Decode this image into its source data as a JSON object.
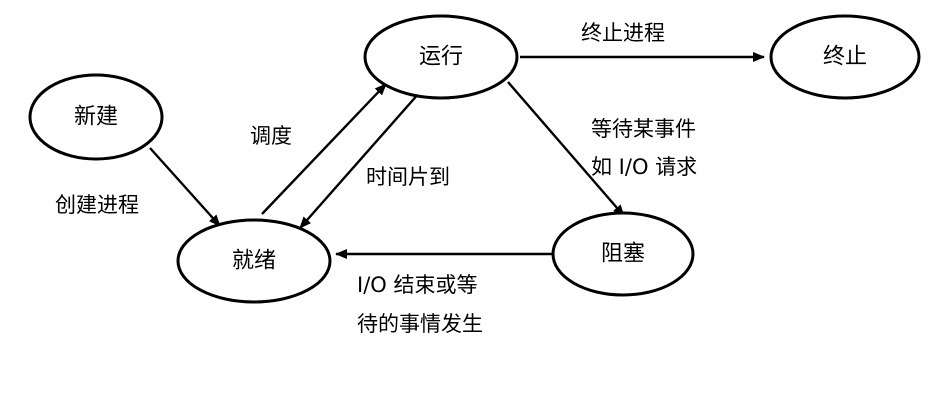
{
  "diagram": {
    "nodes": {
      "new": "新建",
      "ready": "就绪",
      "running": "运行",
      "blocked": "阻塞",
      "terminated": "终止"
    },
    "edges": {
      "create": "创建进程",
      "dispatch": "调度",
      "timeout": "时间片到",
      "terminate": "终止进程",
      "wait_line1": "等待某事件",
      "wait_line2": "如 I/O 请求",
      "wakeup_line1": "I/O 结束或等",
      "wakeup_line2": "待的事情发生"
    }
  },
  "colors": {
    "stroke": "#000000",
    "background": "#ffffff"
  }
}
